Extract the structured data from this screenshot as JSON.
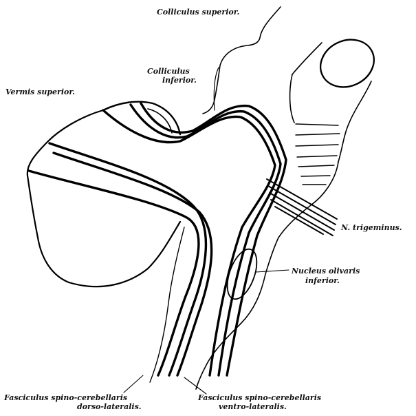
{
  "labels": {
    "colliculus_superior": "Colliculus superior.",
    "colliculus_inferior_1": "Colliculus",
    "colliculus_inferior_2": "inferior.",
    "vermis_superior": "Vermis superior.",
    "n_trigeminus": "N. trigeminus.",
    "nucleus_olivaris_1": "Nucleus olivaris",
    "nucleus_olivaris_2": "inferior.",
    "fasc_dorso_1": "Fasciculus spino-cerebellaris",
    "fasc_dorso_2": "dorso-lateralis.",
    "fasc_ventro_1": "Fasciculus spino-cerebellaris",
    "fasc_ventro_2": "ventro-lateralis."
  }
}
